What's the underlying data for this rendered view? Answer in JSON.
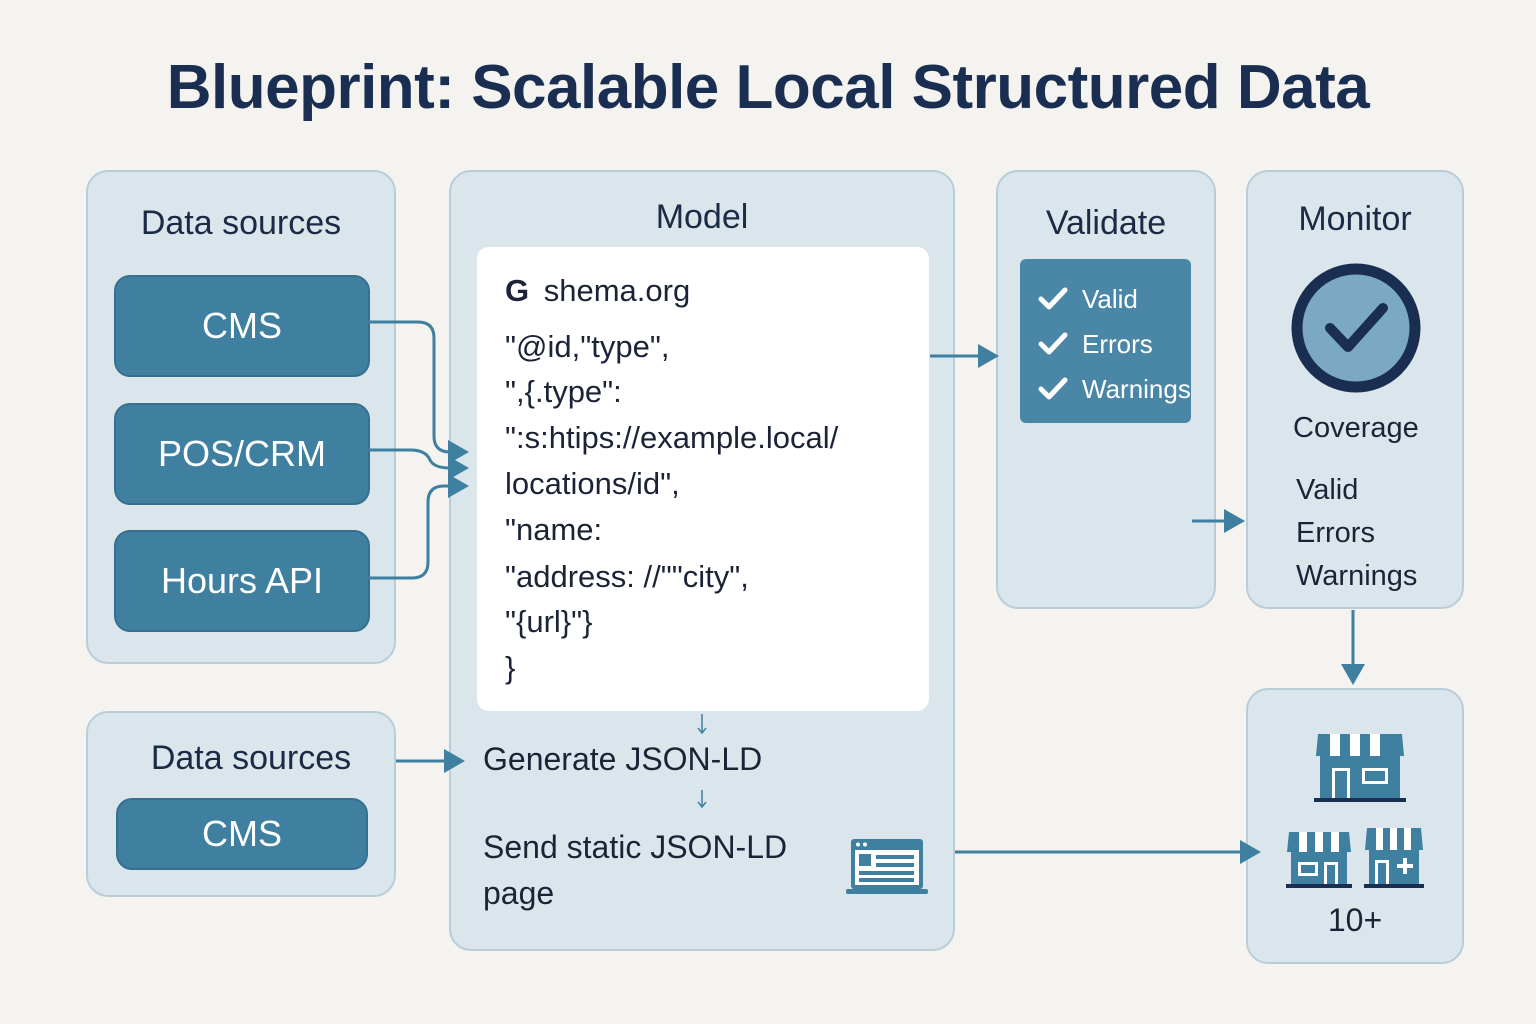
{
  "title": "Blueprint: Scalable Local Structured Data",
  "sources_top": {
    "title": "Data sources",
    "items": [
      "CMS",
      "POS/CRM",
      "Hours API"
    ]
  },
  "sources_bottom": {
    "title": "Data sources",
    "items": [
      "CMS"
    ]
  },
  "model": {
    "title": "Model",
    "schema_logo": "G",
    "schema_name": "shema.org",
    "code_lines": [
      "\"@id,\"type\",",
      "\",{.type\":",
      "\":s:htips://example.local/",
      "locations/id\",",
      "\"name:",
      "\"address: //\"\"city\",",
      "\"{url}\"}",
      "}"
    ],
    "generate": "Generate JSON-LD",
    "send_line1": "Send static JSON-LD",
    "send_line2": "page"
  },
  "validate": {
    "title": "Validate",
    "checks": [
      "Valid",
      "Errors",
      "Warnings"
    ]
  },
  "monitor": {
    "title": "Monitor",
    "coverage": "Coverage",
    "metrics": [
      "Valid",
      "Errors",
      "Warnings"
    ]
  },
  "locations": {
    "count": "10+"
  },
  "colors": {
    "background": "#f4f3ef",
    "panel": "#dbe6ec",
    "accent": "#3f7fa0",
    "arrow": "#3f7fa0",
    "navy": "#1a2e52"
  },
  "icons": [
    "check-icon",
    "check-circle-icon",
    "browser-window-icon",
    "store-icon"
  ]
}
